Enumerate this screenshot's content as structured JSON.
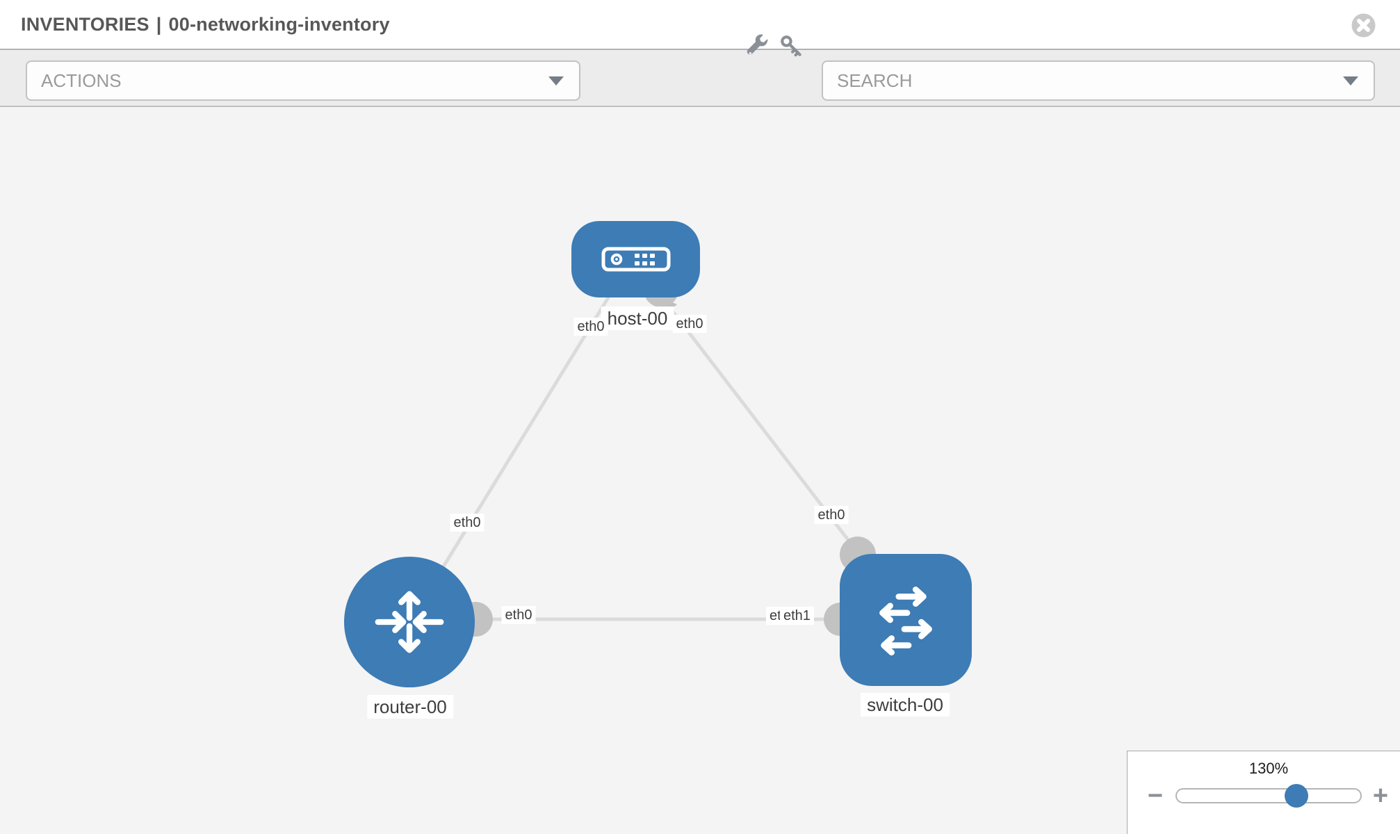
{
  "header": {
    "breadcrumb": "INVENTORIES",
    "separator": "|",
    "inventory_name": "00-networking-inventory"
  },
  "toolbar": {
    "actions_label": "ACTIONS",
    "search_label": "SEARCH",
    "icons": [
      "wrench-icon",
      "key-icon"
    ]
  },
  "topology": {
    "nodes": [
      {
        "name": "host-00",
        "type": "host"
      },
      {
        "name": "router-00",
        "type": "router"
      },
      {
        "name": "switch-00",
        "type": "switch"
      }
    ],
    "links": [
      {
        "from": "router-00",
        "to": "host-00",
        "from_interface": "eth0",
        "to_interface": "eth0"
      },
      {
        "from": "host-00",
        "to": "switch-00",
        "from_interface": "eth0",
        "to_interface": "eth0"
      },
      {
        "from": "router-00",
        "to": "switch-00",
        "from_interface": "eth0",
        "to_interface": "eth1"
      }
    ],
    "interface_chips": {
      "rh_near_router": "eth0",
      "rh_near_host": "eth0",
      "hs_near_host": "eth0",
      "hs_near_switch": "eth0",
      "rs_near_router": "eth0",
      "rs_near_switch_back": "eth0",
      "rs_near_switch_front": "eth1"
    }
  },
  "zoom_control": {
    "level": "130%",
    "minus_label": "−",
    "plus_label": "+"
  },
  "colors": {
    "node_blue": "#3d7cb5",
    "edge_gray": "#dbdbdb",
    "port_gray": "#c2c2c2",
    "toolbar_bg": "#ececec",
    "canvas_bg": "#f4f4f4"
  }
}
